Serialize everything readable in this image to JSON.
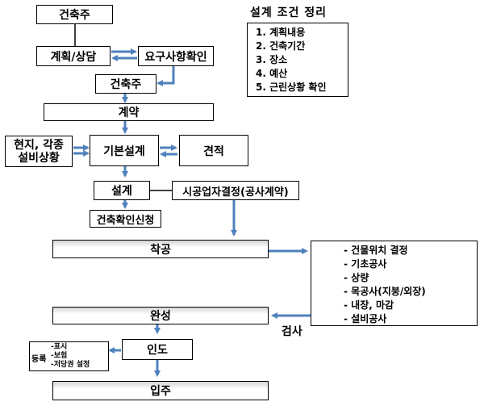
{
  "nodes": {
    "client_top": "건축주",
    "plan": "계획/상담",
    "requirements": "요구사항확인",
    "client_mid": "건축주",
    "contract": "계약",
    "site": "현지, 각종\n설비상황",
    "basic_design": "기본설계",
    "estimate": "견적",
    "design": "설계",
    "contractor": "시공업자결정(공사계약)",
    "permit": "건축확인신청",
    "start": "착공",
    "complete": "완성",
    "handover": "인도",
    "move_in": "입주"
  },
  "conditions": {
    "title": "설계 조건 정리",
    "items": [
      "1.  계획내용",
      "2.  건축기간",
      "3.  장소",
      "4.  예산",
      "5.  근린상황 확인"
    ]
  },
  "works": {
    "items": [
      "-  건물위치 결정",
      "-  기초공사",
      "-  상량",
      "-  목공사(지붕/외장)",
      "-  내장, 마감",
      "-  설비공사"
    ]
  },
  "inspection": "검사",
  "registration": {
    "label": "등록",
    "items": [
      "-표시",
      "-보험",
      "-저당권 설정"
    ]
  },
  "colors": {
    "arrow": "#4f81bd",
    "gradient_top": "#d4d4d4"
  }
}
